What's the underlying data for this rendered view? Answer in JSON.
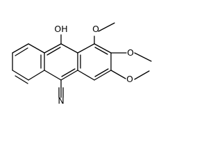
{
  "labels": {
    "nitrile_n": "N",
    "hydroxyl": "OH",
    "methoxy_2_o": "O",
    "methoxy_3_o": "O",
    "methoxy_4_o": "O"
  },
  "colors": {
    "bond": "#000000",
    "text": "#000000",
    "background": "#ffffff"
  }
}
